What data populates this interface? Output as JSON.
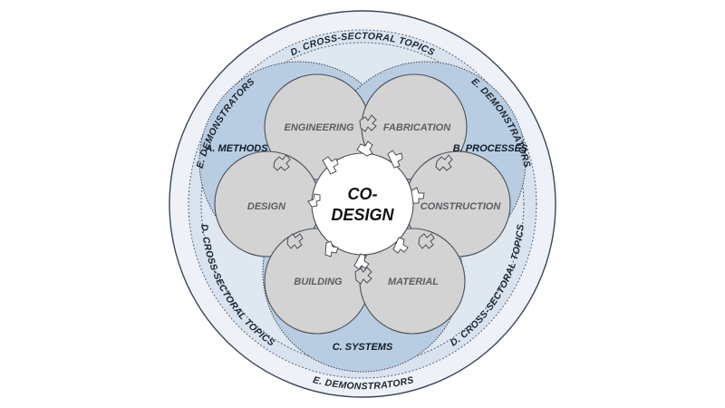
{
  "diagram": {
    "center": {
      "line1": "CO-",
      "line2": "DESIGN"
    },
    "petals": {
      "engineering": "ENGINEERING",
      "fabrication": "FABRICATION",
      "design": "DESIGN",
      "construction": "CONSTRUCTION",
      "building": "BUILDING",
      "material": "MATERIAL"
    },
    "segments": {
      "methods": "A. METHODS",
      "processes": "B. PROCESSES",
      "systems": "C. SYSTEMS"
    },
    "cross_sectoral": {
      "top": "D. CROSS-SECTORAL TOPICS",
      "left": "D. CROSS-SECTORAL TOPICS",
      "right": "D. CROSS-SECTORAL TOPICS"
    },
    "demonstrators": {
      "top_left": "E. DEMONSTRATORS",
      "top_right": "E. DEMONSTRATORS",
      "bottom": "E. DEMONSTRATORS"
    },
    "colors": {
      "outer_ring": "#eef2f8",
      "middle_ring": "#d9e3ef",
      "segment_fill": "#b9cde2",
      "petal_fill": "#d3d3d3",
      "center_fill": "#ffffff",
      "stroke": "#3c4658"
    }
  }
}
